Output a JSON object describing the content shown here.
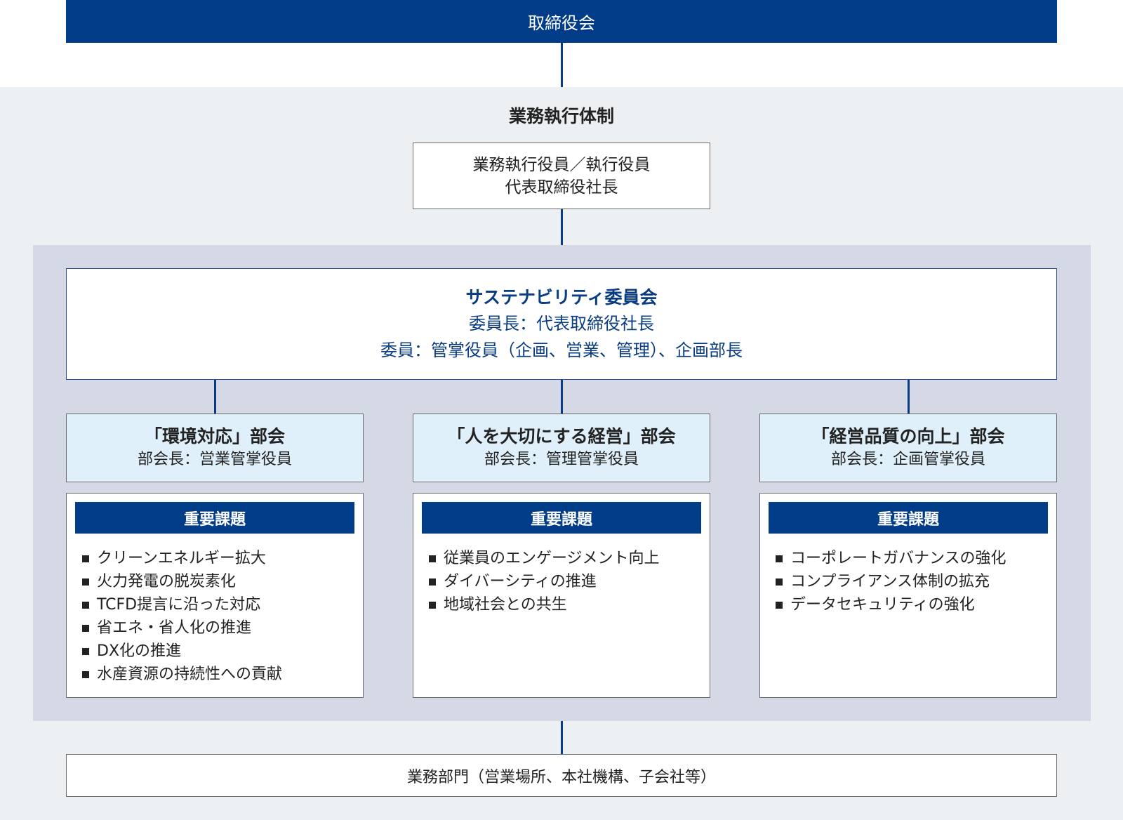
{
  "board": {
    "label": "取締役会"
  },
  "execution": {
    "title": "業務執行体制",
    "officers": {
      "line1": "業務執行役員／執行役員",
      "line2": "代表取締役社長"
    }
  },
  "committee": {
    "title": "サステナビリティ委員会",
    "chair": "委員長：代表取締役社長",
    "members": "委員：管掌役員（企画、営業、管理）、企画部長"
  },
  "subcommittees": [
    {
      "name": "「環境対応」部会",
      "chair": "部会長：営業管掌役員",
      "issues_label": "重要課題",
      "issues": [
        "クリーンエネルギー拡大",
        "火力発電の脱炭素化",
        "TCFD提言に沿った対応",
        "省エネ・省人化の推進",
        "DX化の推進",
        "水産資源の持続性への貢献"
      ]
    },
    {
      "name": "「人を大切にする経営」部会",
      "chair": "部会長：管理管掌役員",
      "issues_label": "重要課題",
      "issues": [
        "従業員のエンゲージメント向上",
        "ダイバーシティの推進",
        "地域社会との共生"
      ]
    },
    {
      "name": "「経営品質の向上」部会",
      "chair": "部会長：企画管掌役員",
      "issues_label": "重要課題",
      "issues": [
        "コーポレートガバナンスの強化",
        "コンプライアンス体制の拡充",
        "データセキュリティの強化"
      ]
    }
  ],
  "departments": {
    "label": "業務部門（営業場所、本社機構、子会社等）"
  },
  "colors": {
    "navy": "#003c87",
    "exec_bg": "#edf0f2",
    "inner_bg": "#d5d9e6",
    "subhead_bg": "#dff0fa"
  }
}
